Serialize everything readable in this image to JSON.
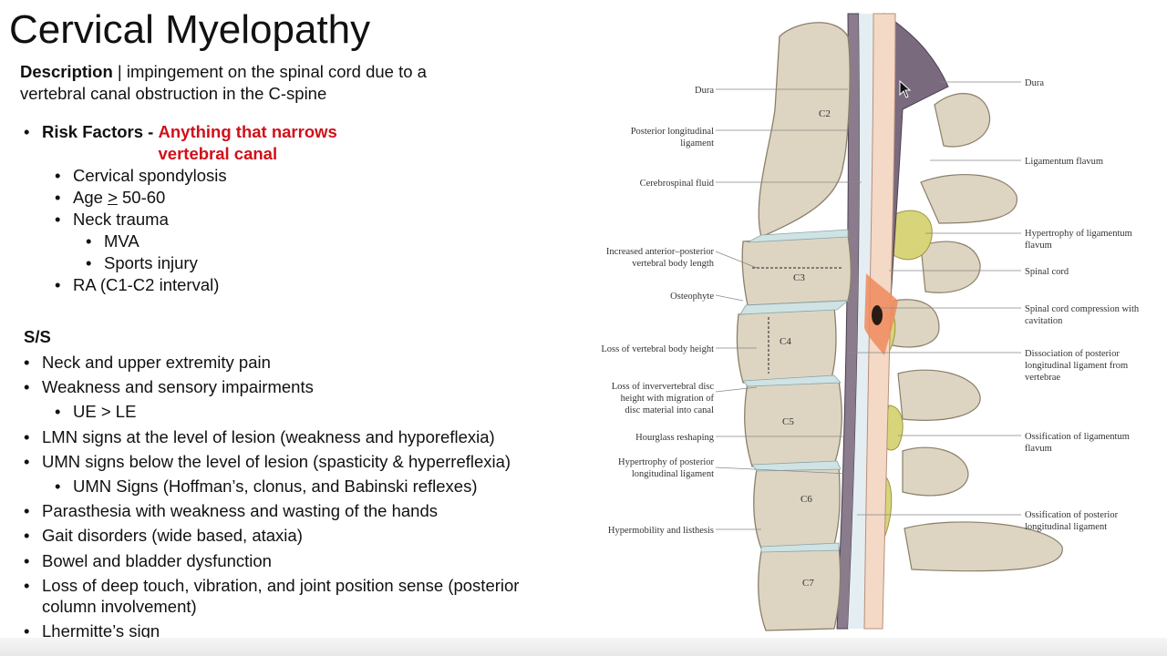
{
  "title": "Cervical Myelopathy",
  "description": {
    "label": "Description",
    "separator": " | ",
    "text": "impingement on the spinal cord due to a vertebral canal obstruction in the C-spine"
  },
  "risk_factors": {
    "label": "Risk Factors - ",
    "highlight": "Anything that narrows vertebral canal",
    "items": [
      "Cervical spondylosis",
      "Age ",
      "Neck trauma",
      "RA (C1-C2 interval)"
    ],
    "age_symbol": ">",
    "age_range": " 50-60",
    "neck_trauma_items": [
      "MVA",
      "Sports injury"
    ]
  },
  "signs_symptoms": {
    "heading": "S/S",
    "items": [
      "Neck and upper extremity pain",
      "Weakness and sensory impairments",
      "LMN signs at the level of lesion (weakness and hyporeflexia)",
      "UMN signs below the level of lesion (spasticity & hyperreflexia)",
      "Parasthesia with weakness and wasting of the hands",
      "Gait disorders (wide based, ataxia)",
      "Bowel and bladder dysfunction",
      "Loss of deep touch, vibration, and joint position sense (posterior column involvement)",
      "Lhermitte’s sign"
    ],
    "weakness_sub": "UE > LE",
    "umn_sub": "UMN Signs (Hoffman’s, clonus, and Babinski reflexes)"
  },
  "figure": {
    "vertebrae": [
      "C2",
      "C3",
      "C4",
      "C5",
      "C6",
      "C7"
    ],
    "left_labels": [
      "Dura",
      "Posterior longitudinal",
      "ligament",
      "Cerebrospinal fluid",
      "Increased anterior–posterior",
      "vertebral body length",
      "Osteophyte",
      "Loss of vertebral body height",
      "Loss of inververtebral disc",
      "height with migration of",
      "disc material into canal",
      "Hourglass reshaping",
      "Hypertrophy of posterior",
      "longitudinal ligament",
      "Hypermobility and listhesis"
    ],
    "right_labels": [
      "Dura",
      "Ligamentum flavum",
      "Hypertrophy of ligamentum",
      "flavum",
      "Spinal cord",
      "Spinal cord compression with",
      "cavitation",
      "Dissociation of posterior",
      "longitudinal ligament from",
      "vertebrae",
      "Ossification of ligamentum",
      "flavum",
      "Ossification of posterior",
      "longitudinal ligament"
    ],
    "colors": {
      "bone": "#ddd5c2",
      "bone_edge": "#8a7f6a",
      "cord": "#f3d9c6",
      "dura": "#7a6a7e",
      "flavum": "#d8d47a",
      "disc": "#cfe3e4",
      "compression": "#f08a5c"
    }
  },
  "cursor_icon": "mouse-pointer-icon"
}
